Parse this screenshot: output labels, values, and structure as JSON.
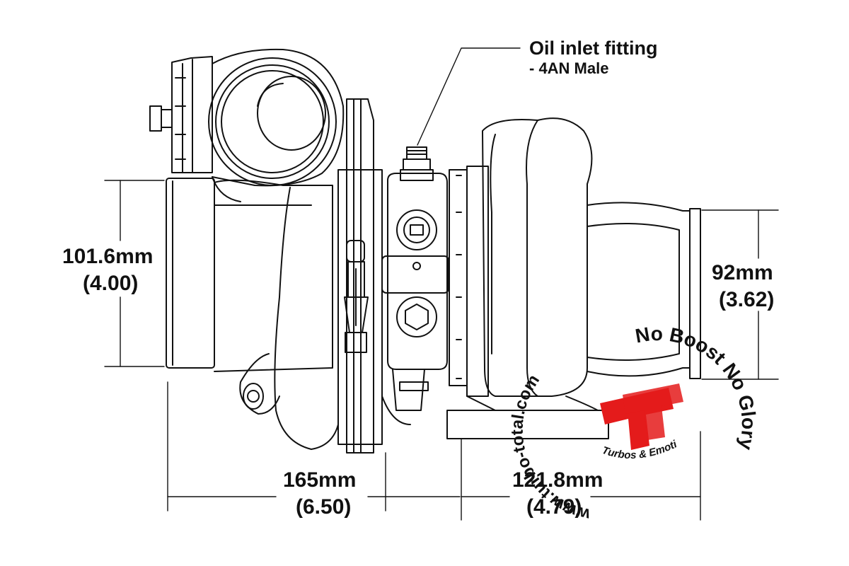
{
  "callout": {
    "title": "Oil inlet fitting",
    "subtitle": "- 4AN Male"
  },
  "dimensions": {
    "inlet_height_mm": "101.6mm",
    "inlet_height_in": "(4.00)",
    "outlet_height_mm": "92mm",
    "outlet_height_in": "(3.62)",
    "length_left_mm": "165mm",
    "length_left_in": "(6.50)",
    "length_right_mm": "121.8mm",
    "length_right_in": "(4.79)"
  },
  "watermark": {
    "ring_text_left": "www.turbo-total.com",
    "ring_text_right": "No Boost No Glory",
    "inner_text": "Turbos & Emotions",
    "logo_letters": "TT",
    "logo_color": "#e41b1b"
  }
}
